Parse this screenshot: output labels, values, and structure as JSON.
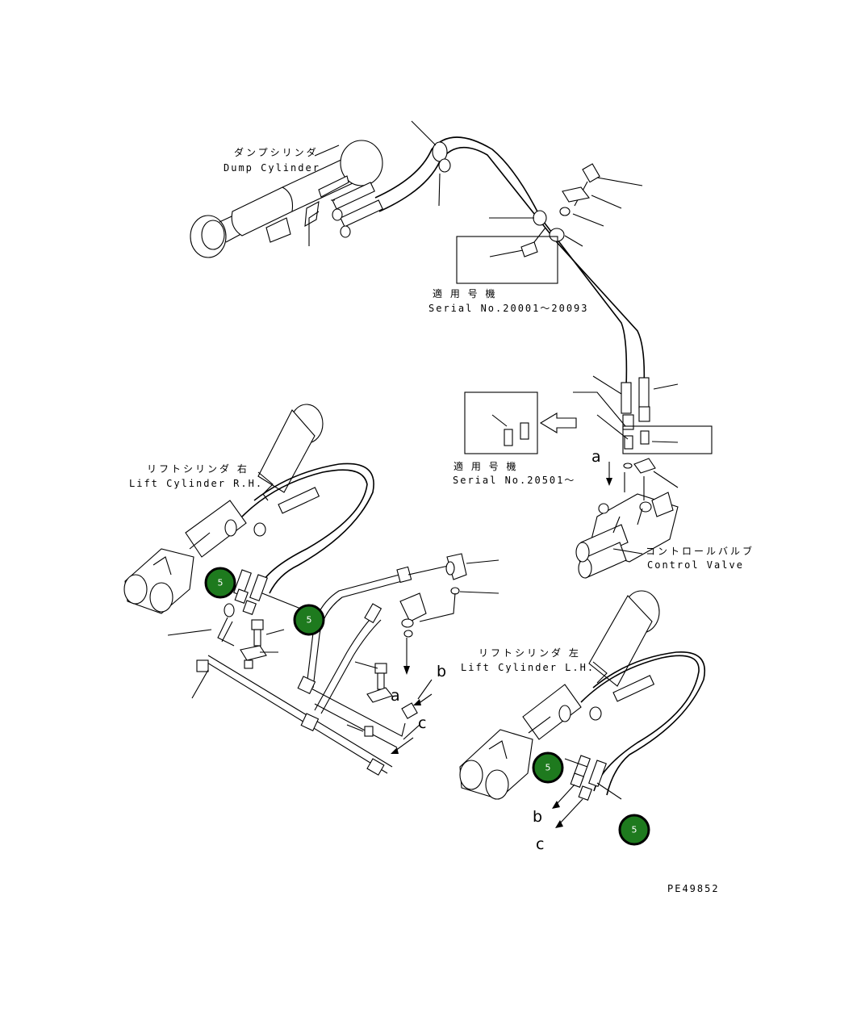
{
  "labels": {
    "dump_cylinder_jp": "ダンプシリンダ",
    "dump_cylinder_en": "Dump Cylinder",
    "serial_box1_jp": "適 用 号 機",
    "serial_box1_en": "Serial No.20001～20093",
    "serial_box2_jp": "適 用 号 機",
    "serial_box2_en": "Serial No.20501～",
    "lift_rh_jp": "リフトシリンダ 右",
    "lift_rh_en": "Lift Cylinder R.H.",
    "lift_lh_jp": "リフトシリンダ 左",
    "lift_lh_en": "Lift Cylinder L.H.",
    "control_valve_jp": "コントロールバルブ",
    "control_valve_en": "Control Valve",
    "drawing_no": "PE49852"
  },
  "connection_letters": {
    "a_top": "a",
    "a_mid": "a",
    "b_mid": "b",
    "c_mid": "c",
    "b_low": "b",
    "c_low": "c"
  },
  "callouts": [
    {
      "number": "5"
    },
    {
      "number": "5"
    },
    {
      "number": "5"
    },
    {
      "number": "5"
    }
  ],
  "colors": {
    "callout_fill": "#1e7a1e",
    "line": "#000000",
    "background": "#ffffff"
  }
}
